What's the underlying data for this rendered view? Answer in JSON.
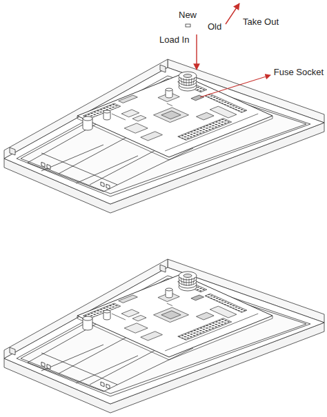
{
  "diagram": {
    "labels": [
      "New",
      "Old",
      "Take Out",
      "Load In",
      "Fuse Socket"
    ]
  }
}
